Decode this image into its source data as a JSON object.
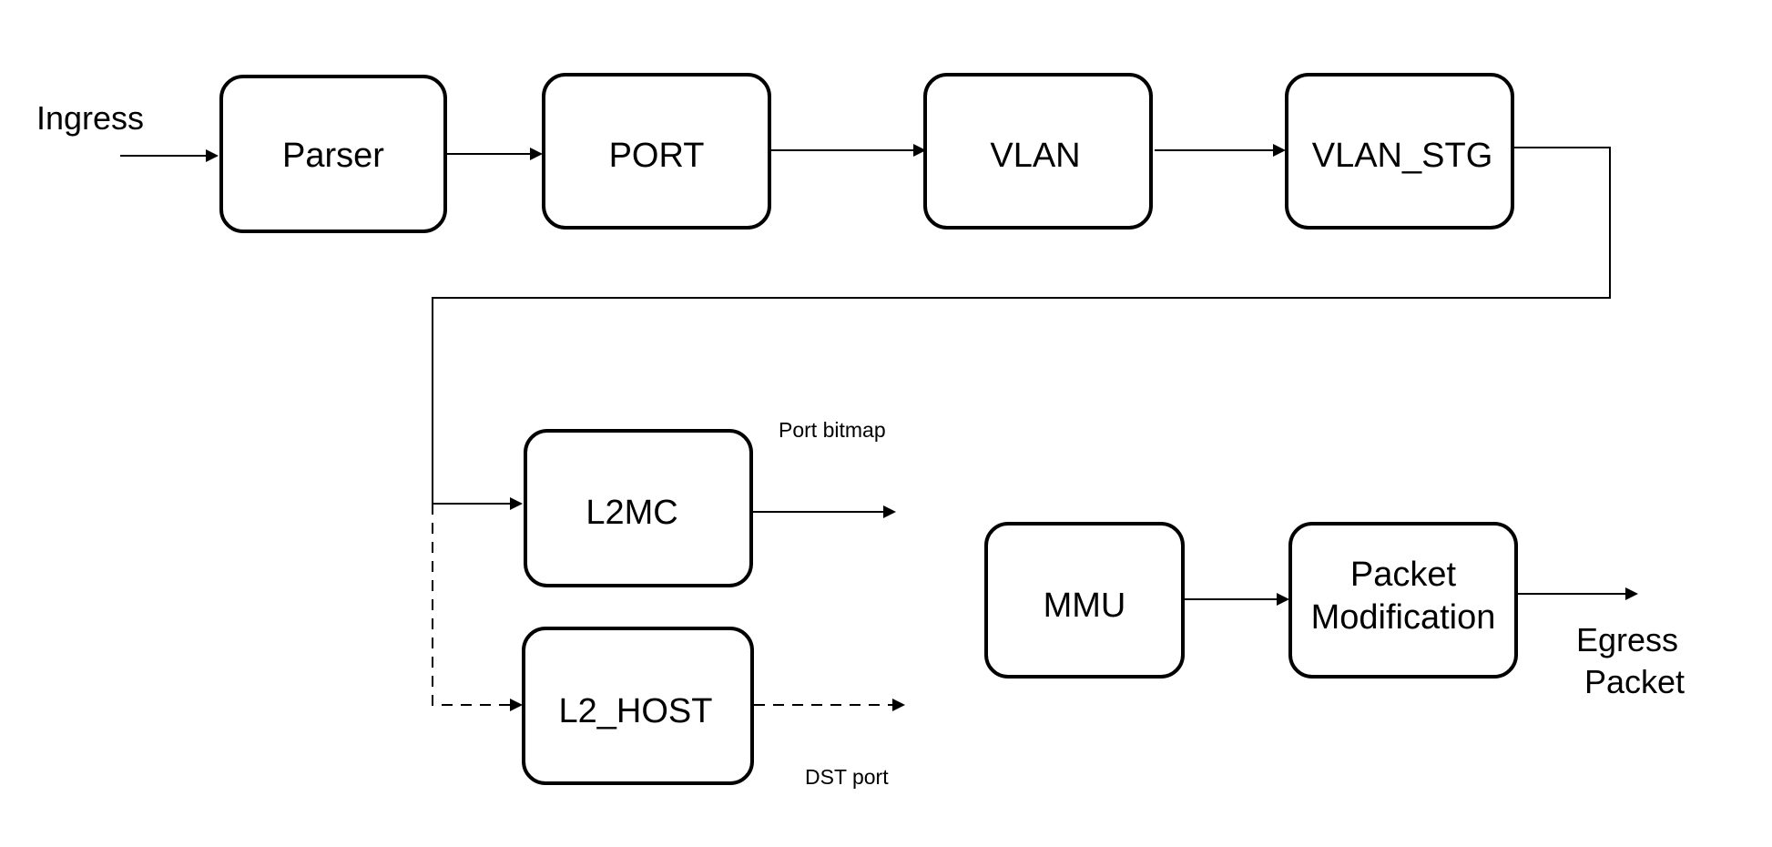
{
  "inputs": {
    "ingress": "Ingress"
  },
  "blocks": {
    "parser": "Parser",
    "port": "PORT",
    "vlan": "VLAN",
    "vlan_stg": "VLAN_STG",
    "l2mc": "L2MC",
    "l2_host": "L2_HOST",
    "mmu": "MMU",
    "packet_mod_line1": "Packet",
    "packet_mod_line2": "Modification"
  },
  "annotations": {
    "port_bitmap": "Port bitmap",
    "dst_port": "DST port"
  },
  "outputs": {
    "egress_line1": "Egress",
    "egress_line2": "Packet"
  },
  "colors": {
    "stroke": "#000000",
    "fill": "#ffffff"
  }
}
